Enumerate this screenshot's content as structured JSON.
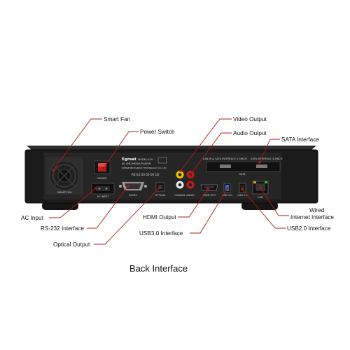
{
  "callouts": {
    "smart_fan": "Smart Fan",
    "power_switch": "Power Switch",
    "video_output": "Video Output",
    "audio_output": "Audio Output",
    "sata_interface": "SATA Interface",
    "ac_input": "AC Input",
    "rs232_interface": "RS-232 Interface",
    "optical_output": "Optical Output",
    "hdmi_output": "HDMI Output",
    "usb3_interface": "USB3.0 Interface",
    "wired_internet_line1": "Wired",
    "wired_internet_line2": "Internet Interface",
    "usb2_interface": "USB2.0 Interface"
  },
  "caption": "Back Interface",
  "device": {
    "brand": "Egreat",
    "model": "MODEL:A10",
    "subtitle": "4K UHD MEDIA PLAYER",
    "maker_line": "SHENZHEN EGREAT TECHNOLOGY CO.,LTD",
    "mac_line": "RS 62 00 00 00 1B",
    "sata_note": "LAN IN & SATA INTERFACE 2.5INCH",
    "sata_note2": "SATA INTERFACE 3.5INCH",
    "port_labels": {
      "fan": "SMART FAN",
      "power": "POWER",
      "ac": "AC INPUT",
      "rs232": "RS232",
      "optical": "OPTICAL",
      "coaxial": "COAXIAL",
      "audio": "AUDIO",
      "hdmi": "HDMI OUT",
      "usb3": "USB 3.0",
      "usb2": "USB 2.0",
      "lan": "LAN",
      "sata": "SATA"
    }
  },
  "colors": {
    "chassis": "#1b1b1b",
    "panel": "#2a2a2a",
    "leader": "#b01818",
    "audio_red": "#c41a1a",
    "audio_white": "#e8e8e8",
    "video_yellow": "#e6c700",
    "usb3_blue": "#2a6fd6",
    "lan_orange": "#e89a1a"
  }
}
